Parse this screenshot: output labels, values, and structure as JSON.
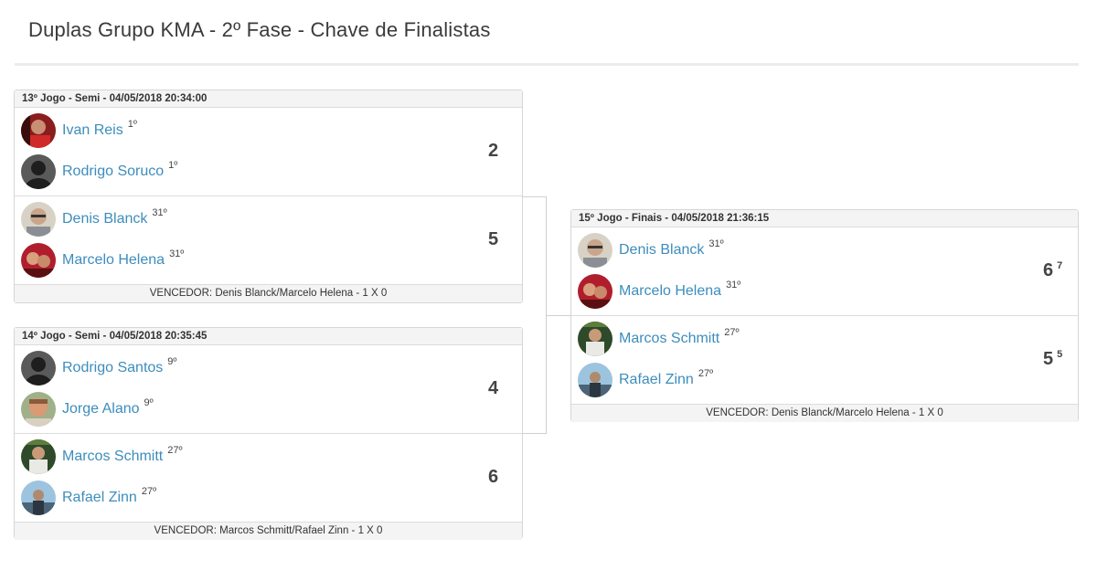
{
  "page": {
    "title": "Duplas Grupo KMA - 2º Fase - Chave de Finalistas"
  },
  "matches": [
    {
      "header": "13º Jogo - Semi - 04/05/2018 20:34:00",
      "teams": [
        {
          "players": [
            {
              "name": "Ivan Reis",
              "rank": "1º",
              "avatar": "avatar-photo-red"
            },
            {
              "name": "Rodrigo Soruco",
              "rank": "1º",
              "avatar": "avatar-silhouette"
            }
          ],
          "score": "2",
          "tiebreak": ""
        },
        {
          "players": [
            {
              "name": "Denis Blanck",
              "rank": "31º",
              "avatar": "avatar-photo-man-glasses"
            },
            {
              "name": "Marcelo Helena",
              "rank": "31º",
              "avatar": "avatar-photo-couple"
            }
          ],
          "score": "5",
          "tiebreak": ""
        }
      ],
      "winner": "VENCEDOR: Denis Blanck/Marcelo Helena - 1 X 0"
    },
    {
      "header": "14º Jogo - Semi - 04/05/2018 20:35:45",
      "teams": [
        {
          "players": [
            {
              "name": "Rodrigo Santos",
              "rank": "9º",
              "avatar": "avatar-silhouette"
            },
            {
              "name": "Jorge Alano",
              "rank": "9º",
              "avatar": "avatar-photo-man-outdoor"
            }
          ],
          "score": "4",
          "tiebreak": ""
        },
        {
          "players": [
            {
              "name": "Marcos Schmitt",
              "rank": "27º",
              "avatar": "avatar-photo-green"
            },
            {
              "name": "Rafael Zinn",
              "rank": "27º",
              "avatar": "avatar-photo-sky"
            }
          ],
          "score": "6",
          "tiebreak": ""
        }
      ],
      "winner": "VENCEDOR: Marcos Schmitt/Rafael Zinn - 1 X 0"
    },
    {
      "header": "15º Jogo - Finais - 04/05/2018 21:36:15",
      "teams": [
        {
          "players": [
            {
              "name": "Denis Blanck",
              "rank": "31º",
              "avatar": "avatar-photo-man-glasses"
            },
            {
              "name": "Marcelo Helena",
              "rank": "31º",
              "avatar": "avatar-photo-couple"
            }
          ],
          "score": "6",
          "tiebreak": "7"
        },
        {
          "players": [
            {
              "name": "Marcos Schmitt",
              "rank": "27º",
              "avatar": "avatar-photo-green"
            },
            {
              "name": "Rafael Zinn",
              "rank": "27º",
              "avatar": "avatar-photo-sky"
            }
          ],
          "score": "5",
          "tiebreak": "5"
        }
      ],
      "winner": "VENCEDOR: Denis Blanck/Marcelo Helena - 1 X 0"
    }
  ],
  "colors": {
    "link": "#3c8dbc",
    "header_bg": "#f4f4f4",
    "border": "#d6d6d6"
  }
}
